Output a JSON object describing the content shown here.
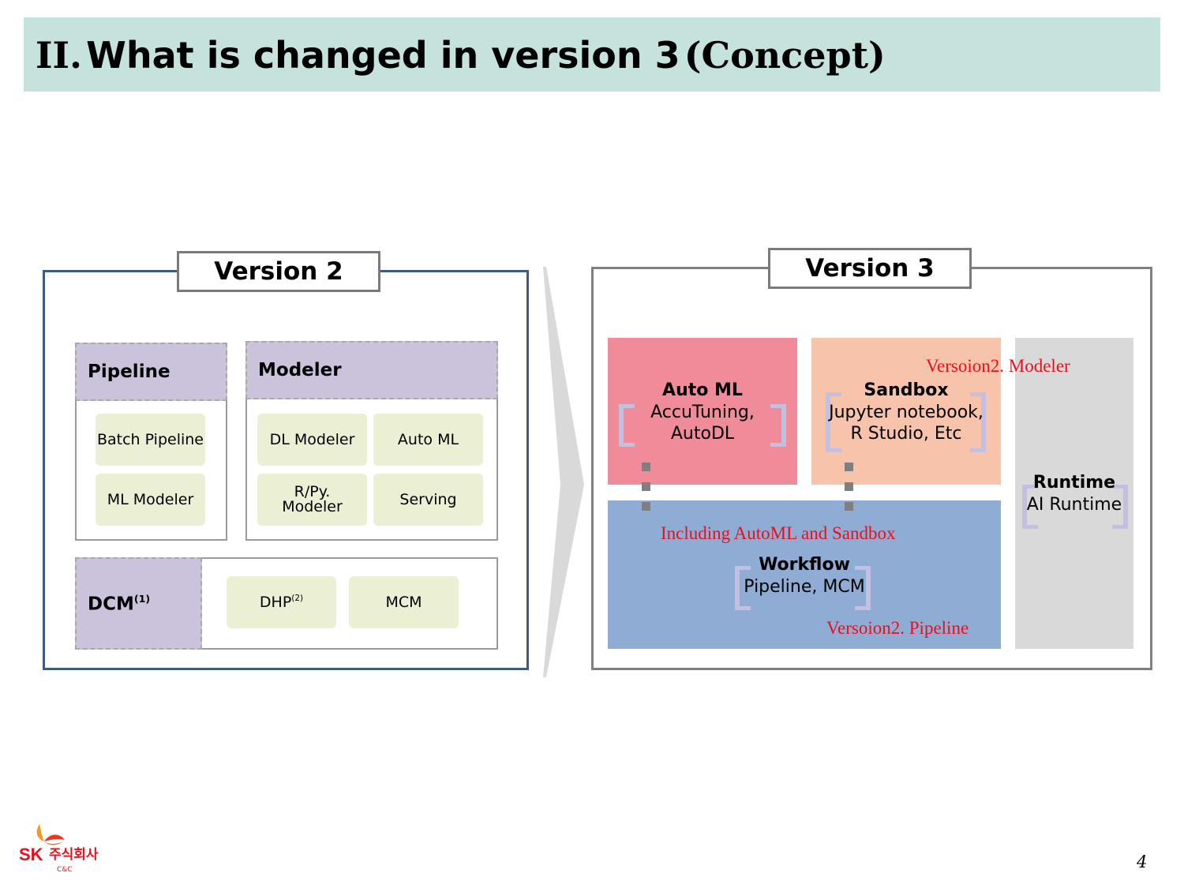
{
  "title": {
    "number": "II.",
    "main": "What is changed in version 3",
    "suffix": "(Concept)"
  },
  "version2": {
    "label": "Version 2",
    "pipeline": {
      "header": "Pipeline",
      "items": [
        "Batch Pipeline",
        "ML Modeler"
      ]
    },
    "modeler": {
      "header": "Modeler",
      "items": [
        "DL Modeler",
        "Auto ML",
        "R/Py.",
        "Modeler",
        "Serving"
      ]
    },
    "dcm": {
      "header": "DCM",
      "header_sup": "(1)",
      "dhp": "DHP",
      "dhp_sup": "(2)",
      "mcm": "MCM"
    }
  },
  "version3": {
    "label": "Version 3",
    "automl": {
      "title": "Auto ML",
      "line1": "AccuTuning,",
      "line2": "AutoDL"
    },
    "sandbox": {
      "title": "Sandbox",
      "line1": "Jupyter notebook,",
      "line2": "R Studio, Etc"
    },
    "workflow": {
      "title": "Workflow",
      "line1": "Pipeline, MCM"
    },
    "runtime": {
      "title": "Runtime",
      "line1": "AI Runtime"
    },
    "notes": {
      "modeler": "Versoion2. Modeler",
      "including": "Including AutoML and Sandbox",
      "pipeline": "Versoion2. Pipeline"
    }
  },
  "colors": {
    "title_bar": "#c6e2dd",
    "v2_frame": "#3f5a80",
    "group_header": "#cbc3dc",
    "item_fill": "#ebf0d4",
    "automl_fill": "#f08c99",
    "sandbox_fill": "#f8c3ab",
    "workflow_fill": "#8fadd4",
    "runtime_fill": "#d9d9d9",
    "note_red": "#e8101e"
  },
  "footer": {
    "logo_brand": "SK",
    "logo_korean": "주식회사",
    "logo_sub": "C&C",
    "page_number": "4"
  }
}
